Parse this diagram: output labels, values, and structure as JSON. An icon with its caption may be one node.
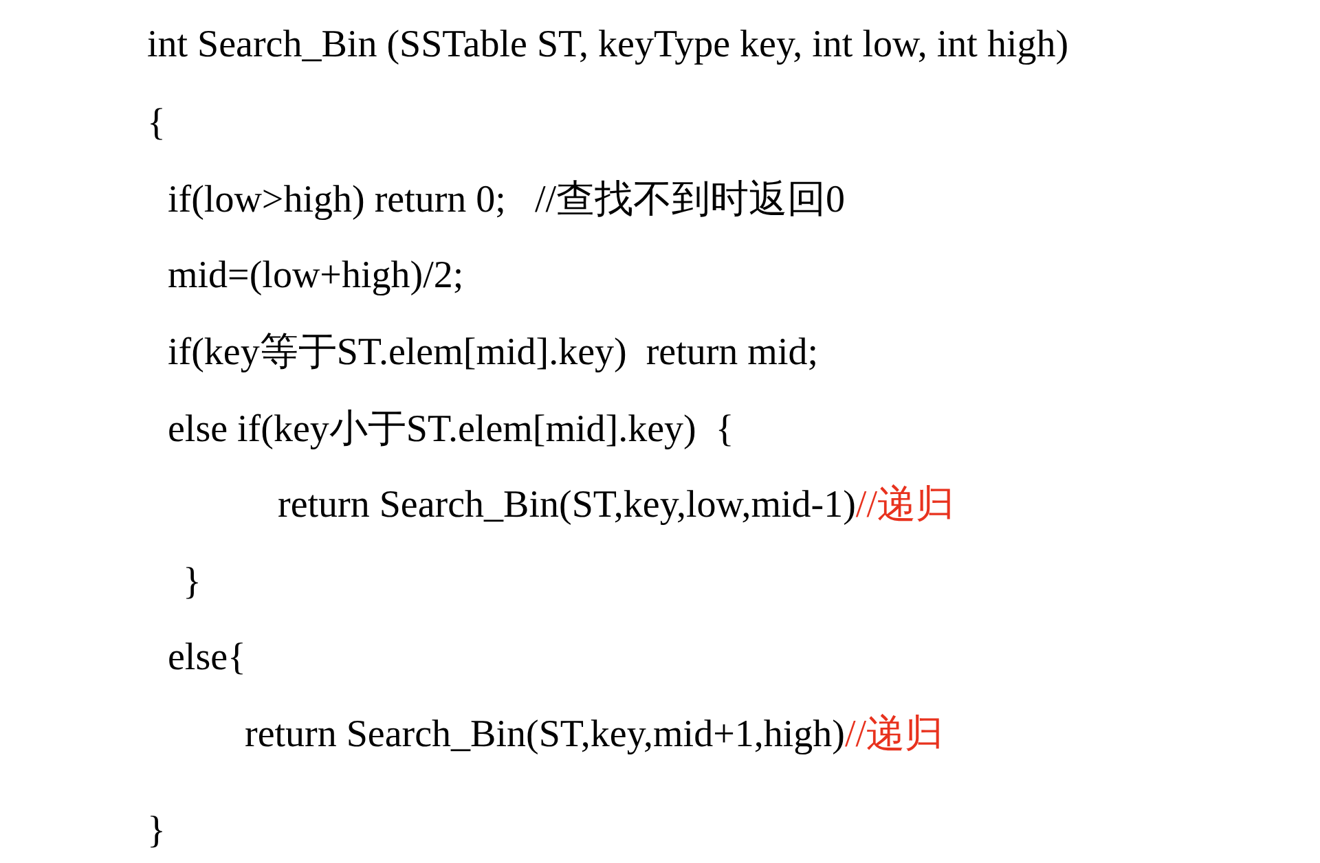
{
  "diagram": {
    "labels": [
      "int Search_Bin (SSTable ST, keyType key, int low, int high)",
      "{",
      "if(low>high) return 0;   //查找不到时返回0",
      "mid=(low+high)/2;",
      "if(key等于ST.elem[mid].key)  return mid;",
      "else if(key小于ST.elem[mid].key)  {",
      "return Search_Bin(ST,key,low,mid-1)",
      "//递归",
      "}",
      "else{",
      "return Search_Bin(ST,key,mid+1,high)",
      "//递归",
      "}"
    ]
  }
}
